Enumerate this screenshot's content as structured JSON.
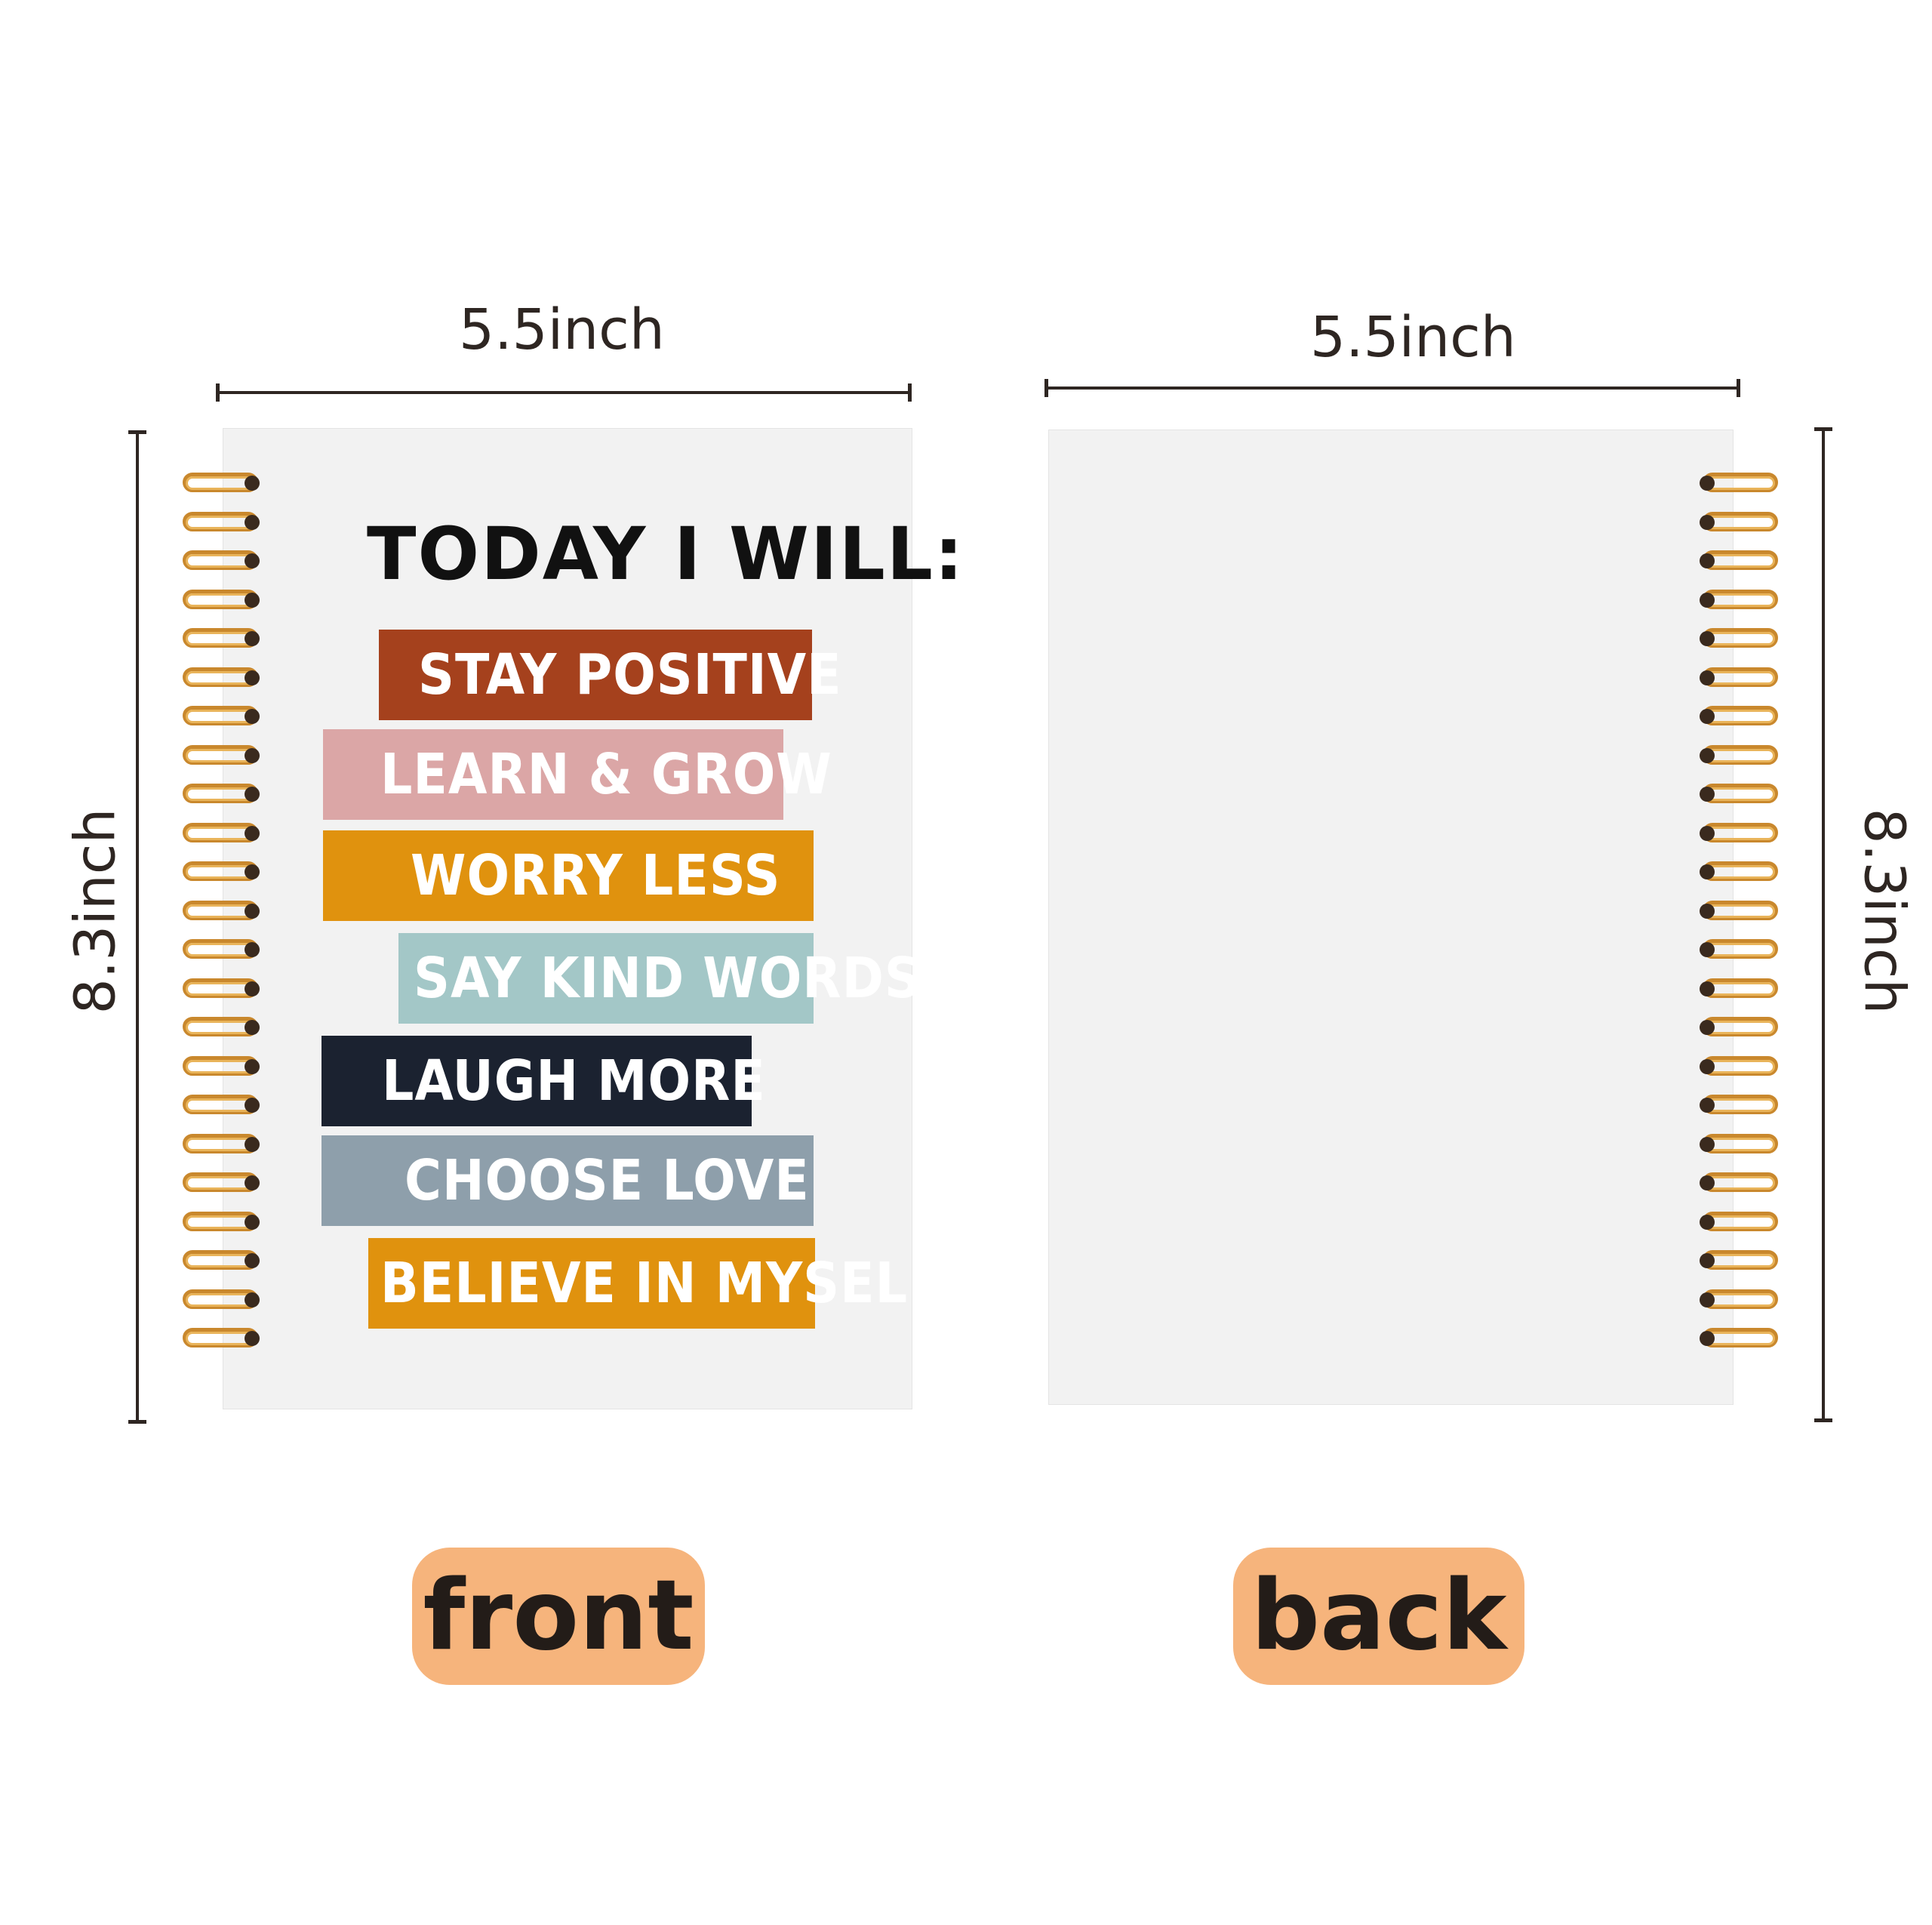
{
  "front": {
    "width_label": "5.5inch",
    "height_label": "8.3inch",
    "heading": "TODAY I WILL:",
    "banners": [
      {
        "text": "STAY POSITIVE",
        "color": "#a5411d"
      },
      {
        "text": "LEARN & GROW",
        "color": "#dba6a6"
      },
      {
        "text": "WORRY LESS",
        "color": "#e0920e"
      },
      {
        "text": "SAY KIND WORDS",
        "color": "#a3c7c7"
      },
      {
        "text": "LAUGH MORE",
        "color": "#1b2230"
      },
      {
        "text": "CHOOSE LOVE",
        "color": "#8e9fab"
      },
      {
        "text": "BELIEVE IN MYSELF",
        "color": "#e0920e"
      }
    ],
    "label": "front"
  },
  "back": {
    "width_label": "5.5inch",
    "height_label": "8.3inch",
    "label": "back"
  },
  "colors": {
    "dimension": "#2e2622",
    "pill": "#f6b47c",
    "cover": "#f2f2f2",
    "coil": "#c9882d"
  }
}
